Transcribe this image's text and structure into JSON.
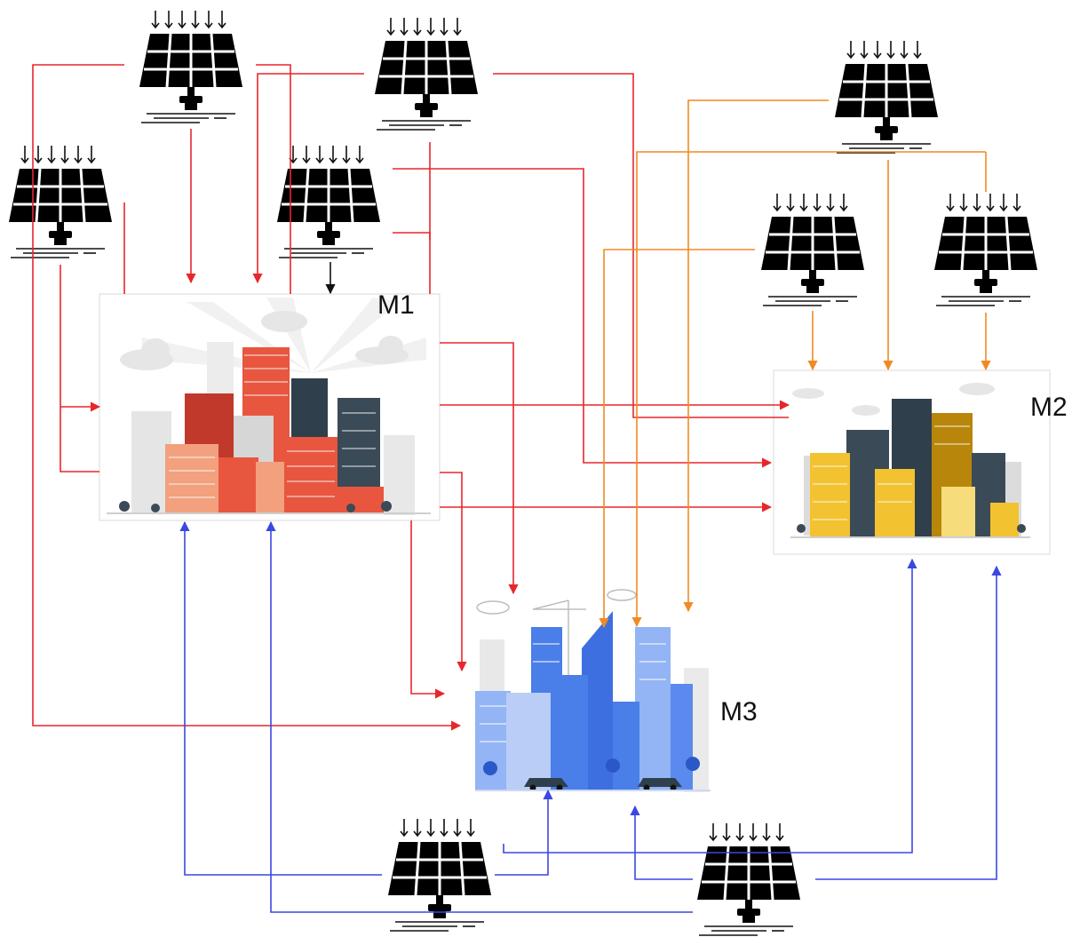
{
  "microgrids": [
    {
      "id": "M1",
      "label": "M1",
      "palette": "red"
    },
    {
      "id": "M2",
      "label": "M2",
      "palette": "yellow"
    },
    {
      "id": "M3",
      "label": "M3",
      "palette": "blue"
    }
  ],
  "solar_panels": {
    "m1_group": 4,
    "m2_group": 3,
    "m3_group": 2
  },
  "colors": {
    "m1_links": "#e8262b",
    "m2_links": "#f08a24",
    "m3_links": "#4a55e0",
    "m1_city_primary": "#e8563f",
    "m1_city_secondary": "#f2a07e",
    "m1_city_dark": "#3b4a57",
    "m2_city_primary": "#f2c230",
    "m2_city_dark": "#3b4a57",
    "m3_city_primary": "#4a7ee8",
    "m3_city_secondary": "#93b4f5",
    "panel": "#000000"
  },
  "icons": [
    "solar-panel-icon",
    "sun-rays-icon",
    "city-skyline-icon",
    "car-icon",
    "tree-icon",
    "cloud-icon",
    "crane-icon"
  ]
}
